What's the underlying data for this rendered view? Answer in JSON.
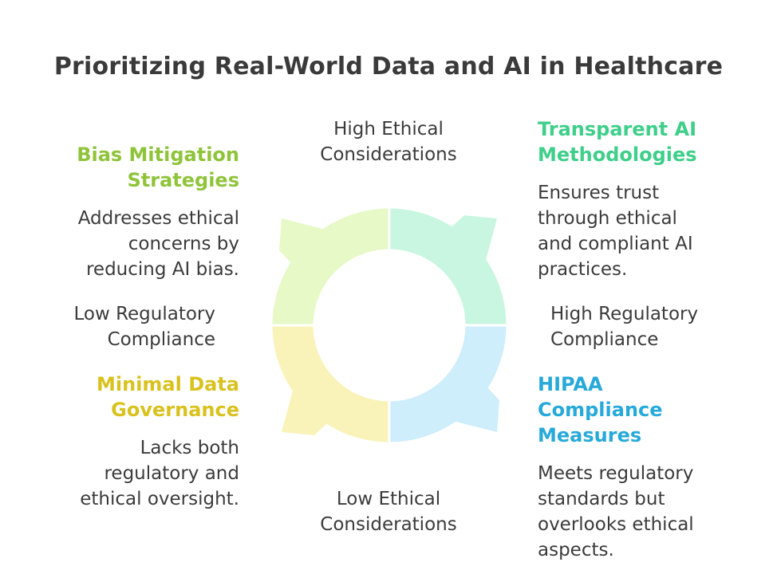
{
  "title": "Prioritizing Real-World Data and AI in Healthcare",
  "axes": {
    "top": [
      "High Ethical",
      "Considerations"
    ],
    "bottom": [
      "Low Ethical",
      "Considerations"
    ],
    "left": [
      "Low Regulatory",
      "Compliance"
    ],
    "right": [
      "High Regulatory",
      "Compliance"
    ]
  },
  "quadrants": {
    "top_left": {
      "heading": [
        "Bias Mitigation",
        "Strategies"
      ],
      "desc": [
        "Addresses ethical",
        "concerns by",
        "reducing AI bias."
      ],
      "color": "#8fc43a",
      "fill": "#e6f9c6"
    },
    "top_right": {
      "heading": [
        "Transparent AI",
        "Methodologies"
      ],
      "desc": [
        "Ensures trust",
        "through ethical",
        "and compliant AI",
        "practices."
      ],
      "color": "#3fcf8a",
      "fill": "#c8f6e0"
    },
    "bottom_left": {
      "heading": [
        "Minimal Data",
        "Governance"
      ],
      "desc": [
        "Lacks both",
        "regulatory and",
        "ethical oversight."
      ],
      "color": "#d9c21e",
      "fill": "#f9f3b9"
    },
    "bottom_right": {
      "heading": [
        "HIPAA",
        "Compliance",
        "Measures"
      ],
      "desc": [
        "Meets regulatory",
        "standards but",
        "overlooks ethical",
        "aspects."
      ],
      "color": "#27a9d9",
      "fill": "#cdeefa"
    }
  }
}
